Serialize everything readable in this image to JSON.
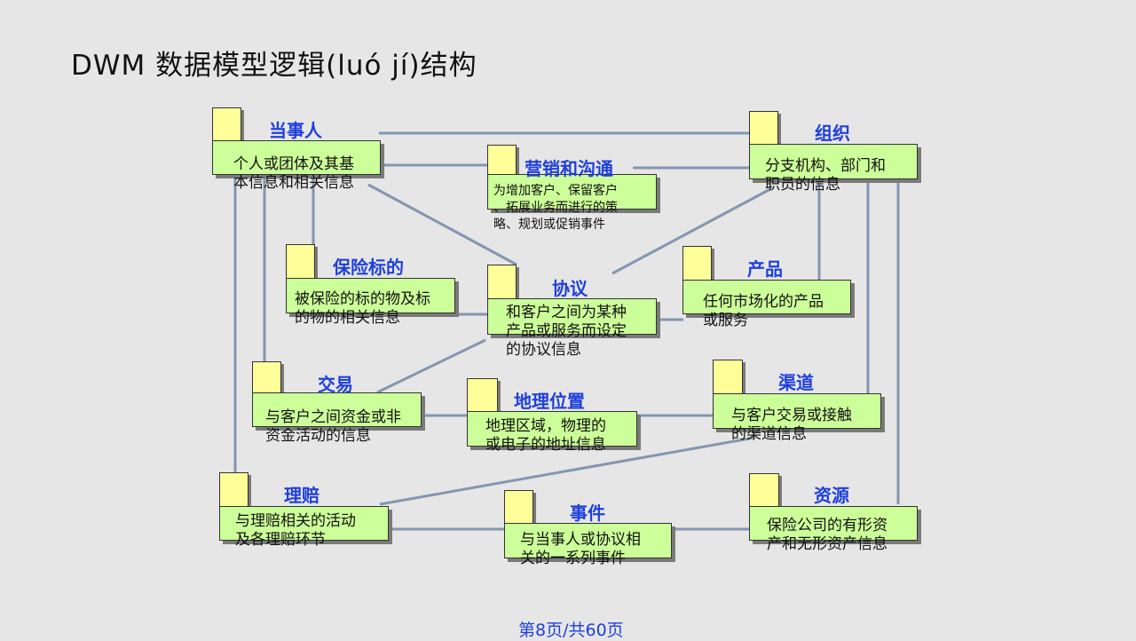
{
  "title": "DWM 数据模型逻辑(luó jí)结构",
  "entities": {
    "party": {
      "name": "当事人",
      "desc": "个人或团体及其基\n本信息和相关信息"
    },
    "marketing": {
      "name": "营销和沟通",
      "desc": "为增加客户、保留客户\n、拓展业务而进行的策\n略、规划或促销事件"
    },
    "organization": {
      "name": "组织",
      "desc": "分支机构、部门和\n职员的信息"
    },
    "insured_object": {
      "name": "保险标的",
      "desc": "被保险的标的物及标\n的物的相关信息"
    },
    "agreement": {
      "name": "协议",
      "desc": "和客户之间为某种\n产品或服务而设定\n的协议信息"
    },
    "product": {
      "name": "产品",
      "desc": "任何市场化的产品\n或服务"
    },
    "transaction": {
      "name": "交易",
      "desc": "与客户之间资金或非\n资金活动的信息"
    },
    "location": {
      "name": "地理位置",
      "desc": "地理区域，物理的\n或电子的地址信息"
    },
    "channel": {
      "name": "渠道",
      "desc": "与客户交易或接触\n的渠道信息"
    },
    "claim": {
      "name": "理赔",
      "desc": "与理赔相关的活动\n及各理赔环节"
    },
    "event": {
      "name": "事件",
      "desc": "与当事人或协议相\n关的一系列事件"
    },
    "resource": {
      "name": "资源",
      "desc": "保险公司的有形资\n产和无形资产信息"
    }
  },
  "footer": "第8页/共60页",
  "colors": {
    "tab": "#ffff99",
    "body": "#ccff99",
    "name": "#1f3fdc",
    "line": "#8496b0"
  }
}
